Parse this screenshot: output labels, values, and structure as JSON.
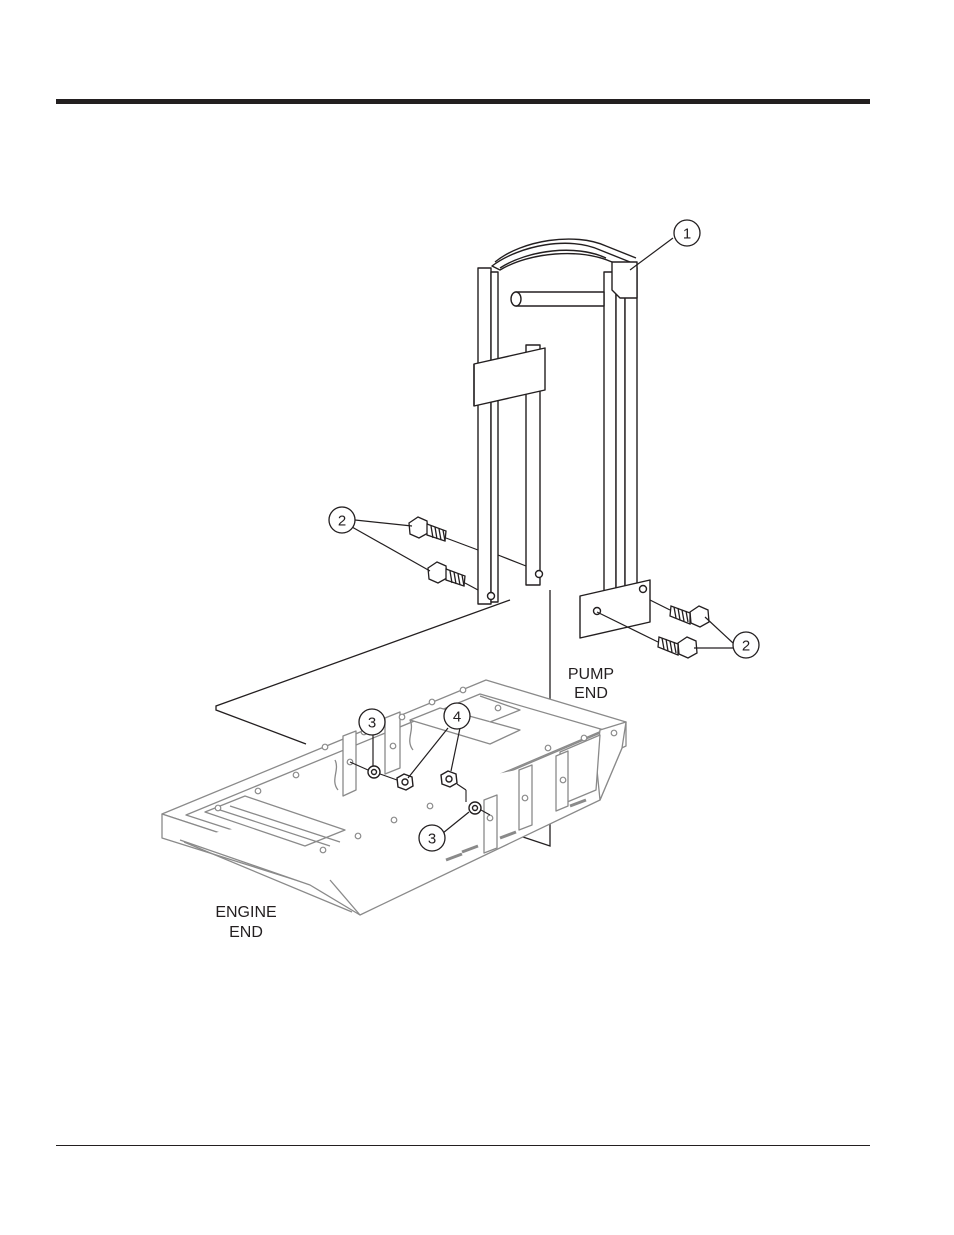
{
  "callouts": {
    "c1": "1",
    "c2a": "2",
    "c2b": "2",
    "c3a": "3",
    "c3b": "3",
    "c4": "4"
  },
  "labels": {
    "pump_end_line1": "PUMP",
    "pump_end_line2": "END",
    "engine_end_line1": "ENGINE",
    "engine_end_line2": "END"
  },
  "colors": {
    "ink": "#231f20",
    "frame_gray": "#8a8a8a"
  }
}
